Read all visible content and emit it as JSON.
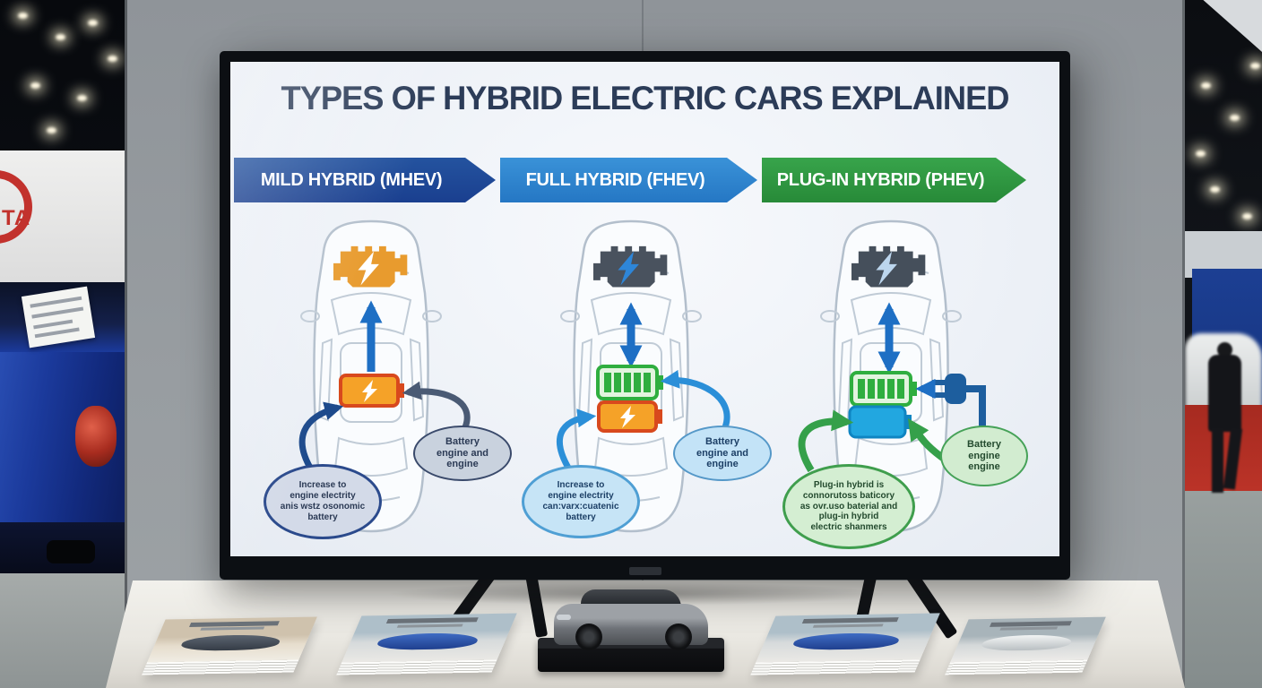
{
  "screen": {
    "title": "TYPES OF HYBRID ELECTRIC CARS EXPLAINED",
    "banners": [
      {
        "label": "MILD HYBRID (MHEV)",
        "color": "#1d4a9c"
      },
      {
        "label": "FULL HYBRID (FHEV)",
        "color": "#2e88d6"
      },
      {
        "label": "PLUG-IN HYBRID (PHEV)",
        "color": "#2f9e41"
      }
    ],
    "columns": [
      {
        "type": "mild-hybrid",
        "battery_callout": "Battery\nengine and\nengine",
        "note_callout": "Increase to\nengine electrity\nanis wstz osonomic\nbattery"
      },
      {
        "type": "full-hybrid",
        "battery_callout": "Battery\nengine and\nengine",
        "note_callout": "Increase to\nengine electrity\ncan:varx:cuatenic\nbattery"
      },
      {
        "type": "plug-in-hybrid",
        "battery_callout": "Battery\nengine\nengine",
        "note_callout": "Plug-in hybrid is\nconnorutoss baticory\nas ovr.uso baterial and\nplug-in hybrid\nelectric shanmers"
      }
    ]
  },
  "environment": {
    "signage_partial_text": "TA"
  }
}
